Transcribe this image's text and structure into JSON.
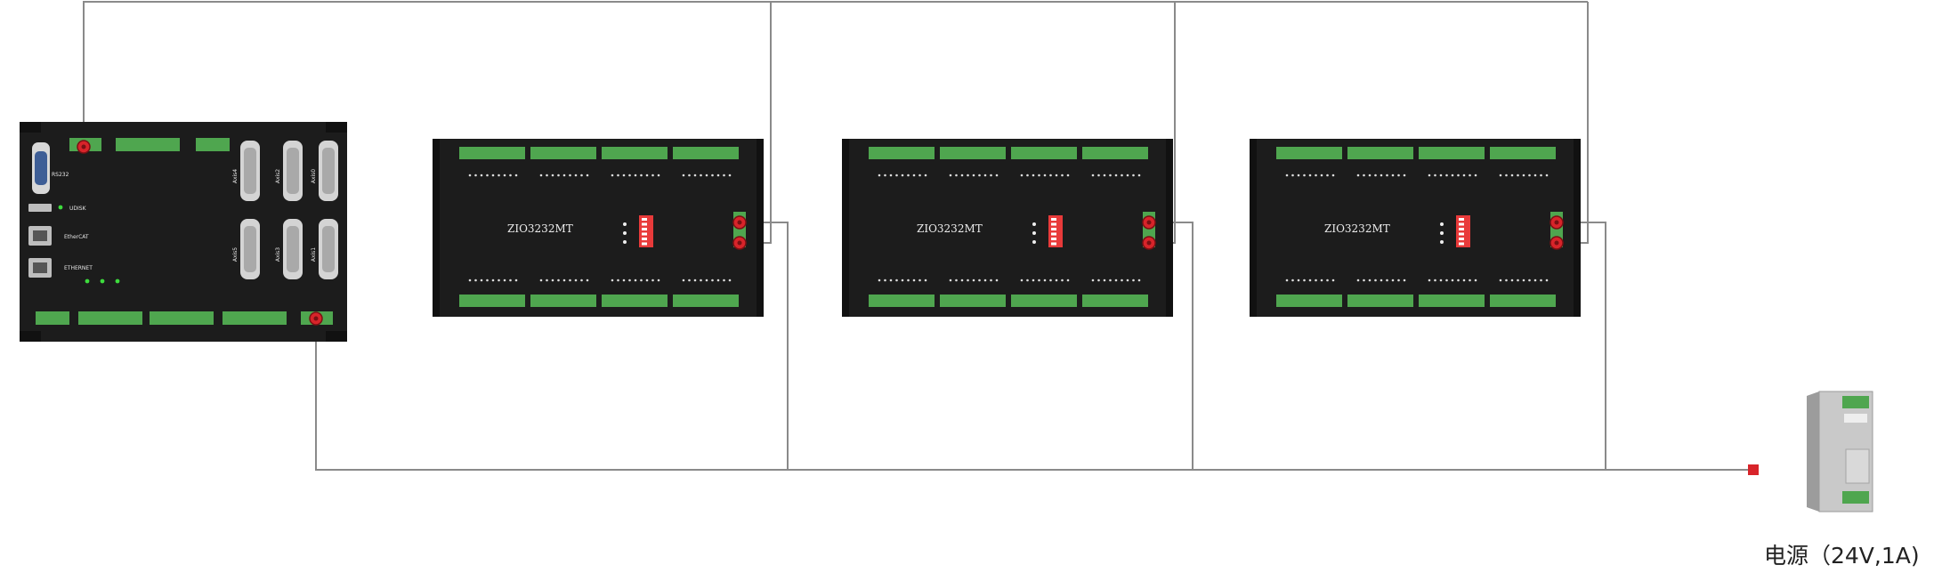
{
  "controller": {
    "port_labels": {
      "rs232": "RS232",
      "udisk": "UDISK",
      "ethercat": "EtherCAT",
      "ethernet": "ETHERNET"
    },
    "axis_labels": [
      "Axis4",
      "Axis2",
      "Axis0",
      "Axis5",
      "Axis3",
      "Axis1"
    ]
  },
  "modules": [
    {
      "model": "ZIO3232MT"
    },
    {
      "model": "ZIO3232MT"
    },
    {
      "model": "ZIO3232MT"
    }
  ],
  "power_supply": {
    "caption": "电源（24V,1A)"
  },
  "colors": {
    "device_body": "#1c1c1c",
    "terminal": "#4fa64f",
    "wire": "#8a8a8a",
    "connector_red": "#d8242a",
    "dip_switch": "#e83a3a",
    "led_green": "#3ddc3d"
  }
}
